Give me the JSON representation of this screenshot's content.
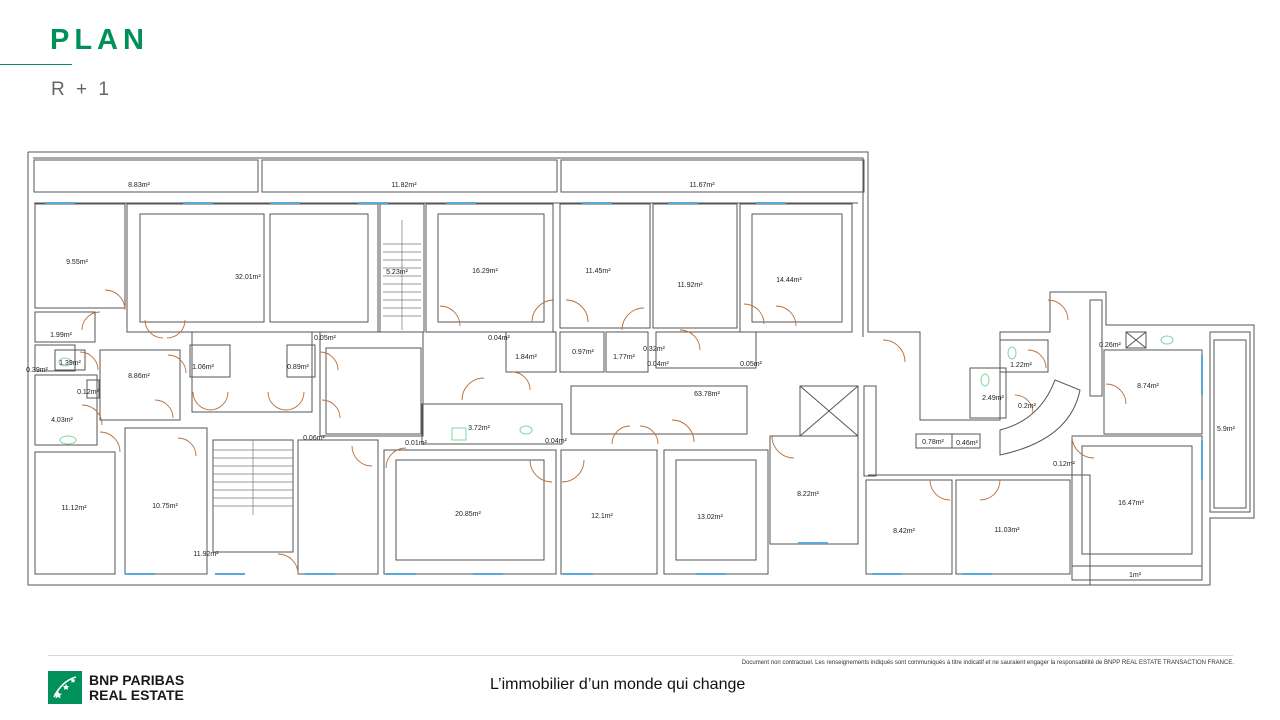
{
  "header": {
    "title": "PLAN",
    "level": "R + 1"
  },
  "footer": {
    "disclaimer": "Document non contractuel. Les renseignements indiqués sont communiqués à titre indicatif et ne sauraient engager la responsabilité de BNPP REAL ESTATE TRANSACTION FRANCE.",
    "brand_line1": "BNP PARIBAS",
    "brand_line2": "REAL ESTATE",
    "tagline": "L’immobilier d’un monde qui change"
  },
  "colors": {
    "brand_green": "#00915a",
    "window_blue": "#5aa9dc",
    "door_orange": "#b9703a",
    "fixture_green": "#7fd7a3",
    "wall": "#555555"
  },
  "rooms": [
    {
      "area": "8.83m²"
    },
    {
      "area": "11.82m²"
    },
    {
      "area": "11.67m²"
    },
    {
      "area": "9.55m²"
    },
    {
      "area": "32.01m²"
    },
    {
      "area": "5.23m²"
    },
    {
      "area": "16.29m²"
    },
    {
      "area": "11.45m²"
    },
    {
      "area": "11.92m²"
    },
    {
      "area": "14.44m²"
    },
    {
      "area": "1.99m²"
    },
    {
      "area": "1.39m²"
    },
    {
      "area": "0.39m²"
    },
    {
      "area": "0.12m²"
    },
    {
      "area": "4.03m²"
    },
    {
      "area": "8.86m²"
    },
    {
      "area": "1.06m²"
    },
    {
      "area": "0.89m²"
    },
    {
      "area": "0.05m²"
    },
    {
      "area": "0.04m²"
    },
    {
      "area": "1.84m²"
    },
    {
      "area": "0.97m²"
    },
    {
      "area": "1.77m²"
    },
    {
      "area": "0.32m²"
    },
    {
      "area": "0.04m²"
    },
    {
      "area": "0.05m²"
    },
    {
      "area": "63.78m²"
    },
    {
      "area": "3.72m²"
    },
    {
      "area": "0.04m²"
    },
    {
      "area": "0.01m²"
    },
    {
      "area": "0.06m²"
    },
    {
      "area": "11.12m²"
    },
    {
      "area": "10.75m²"
    },
    {
      "area": "11.92m²"
    },
    {
      "area": "20.85m²"
    },
    {
      "area": "12.1m²"
    },
    {
      "area": "13.02m²"
    },
    {
      "area": "8.22m²"
    },
    {
      "area": "8.42m²"
    },
    {
      "area": "11.03m²"
    },
    {
      "area": "16.47m²"
    },
    {
      "area": "1m²"
    },
    {
      "area": "5.9m²"
    },
    {
      "area": "8.74m²"
    },
    {
      "area": "0.26m²"
    },
    {
      "area": "1.22m²"
    },
    {
      "area": "2.49m²"
    },
    {
      "area": "0.2m²"
    },
    {
      "area": "0.12m²"
    },
    {
      "area": "0.78m²"
    },
    {
      "area": "0.46m²"
    }
  ]
}
